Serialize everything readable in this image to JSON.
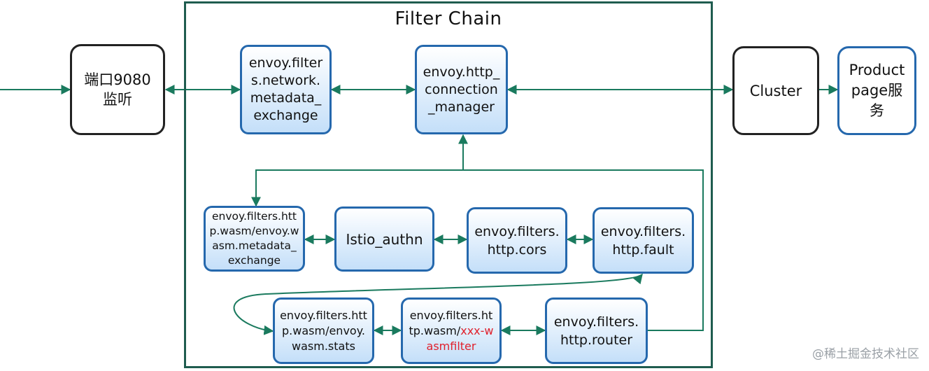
{
  "frame": {
    "title": "Filter Chain"
  },
  "nodes": {
    "port_listener": "端口9080监听",
    "metadata_exchange_network": "envoy.filters.network.metadata_exchange",
    "http_connection_manager": "envoy.http_connection_manager",
    "cluster": "Cluster",
    "productpage": "Productpage服务",
    "wasm_metadata_exchange": "envoy.filters.http.wasm/envoy.wasm.metadata_exchange",
    "istio_authn": "Istio_authn",
    "http_cors": "envoy.filters.http.cors",
    "http_fault": "envoy.filters.http.fault",
    "wasm_stats": "envoy.filters.http.wasm/envoy.wasm.stats",
    "wasm_custom_prefix": "envoy.filters.http.wasm/",
    "wasm_custom_highlight": "xxx-wasmfilter",
    "http_router": "envoy.filters.http.router"
  },
  "colors": {
    "frame_border": "#1f5c4f",
    "arrow": "#1a7a5e",
    "node_blue_border": "#2568ad",
    "node_black_border": "#222222",
    "highlight_text": "#e0202c"
  },
  "watermark": "@稀土掘金技术社区"
}
